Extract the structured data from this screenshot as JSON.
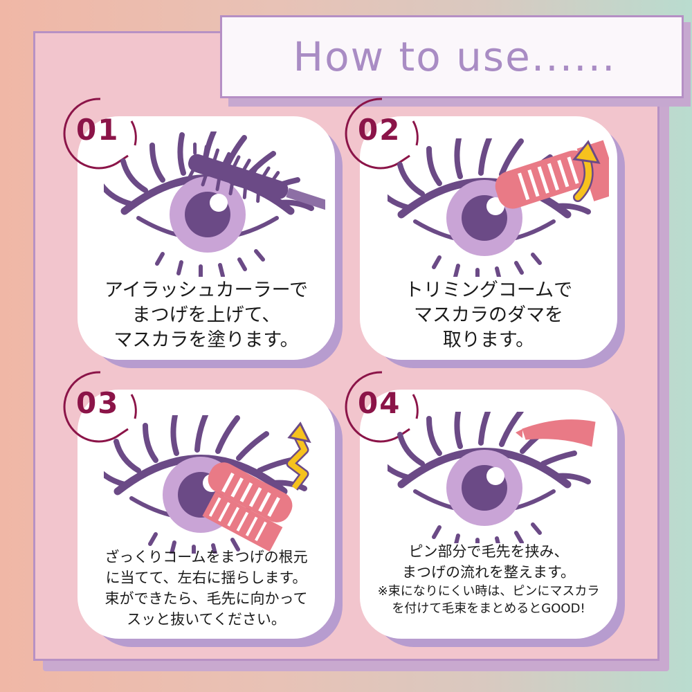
{
  "title": "How to use......",
  "steps": [
    {
      "number": "01",
      "lines": [
        "アイラッシュカーラーで",
        "まつげを上げて、",
        "マスカラを塗ります。"
      ]
    },
    {
      "number": "02",
      "lines": [
        "トリミングコームで",
        "マスカラのダマを",
        "取ります。"
      ]
    },
    {
      "number": "03",
      "lines": [
        "ざっくりコームをまつげの根元",
        "に当てて、左右に揺らします。",
        "束ができたら、毛先に向かって",
        "スッと抜いてください。"
      ]
    },
    {
      "number": "04",
      "lines": [
        "ピン部分で毛先を挟み、",
        "まつげの流れを整えます。"
      ],
      "notes": [
        "※束になりにくい時は、ピンにマスカラ",
        "を付けて毛束をまとめるとGOOD!"
      ]
    }
  ],
  "colors": {
    "accent": "#8b1448",
    "eye": "#6b4a86",
    "iris": "#c9a4d6",
    "tool_pink": "#e97a86",
    "arrow_yellow": "#f6c21e",
    "panel": "#f2c5cd"
  }
}
